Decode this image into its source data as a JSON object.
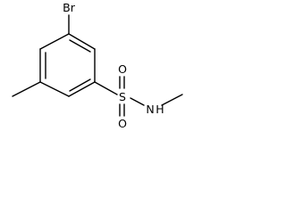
{
  "molecule": {
    "atoms": {
      "br": "Br",
      "s": "S",
      "o_top": "O",
      "o_bottom": "O",
      "n": "N",
      "h": "H"
    }
  }
}
